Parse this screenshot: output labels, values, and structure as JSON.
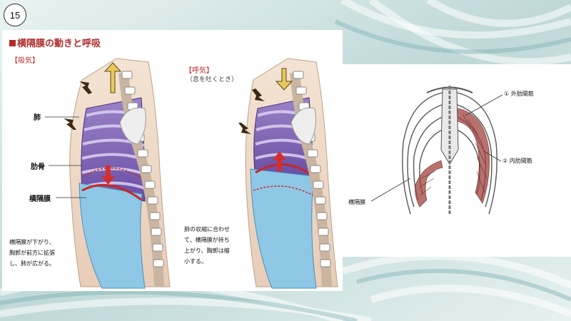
{
  "slide": {
    "number": "15"
  },
  "diagram": {
    "title": "横隔膜の動きと呼吸",
    "inhale": {
      "tag": "【吸気】",
      "labels": {
        "lung": "肺",
        "rib": "肋骨",
        "diaphragm": "横隔膜"
      },
      "description": "横隔膜が下がり、\n胸郭が前方に拡張\nし、肺が広がる。"
    },
    "exhale": {
      "tag": "【呼気】",
      "subtitle": "（息を吐くとき）",
      "description": "肺の収縮に合わせ\nて、横隔膜が持ち\n上がり、胸郭は縮\n小する。"
    }
  },
  "ribcage": {
    "labels": {
      "external": "① 外肋間筋",
      "internal": "② 内肋間筋",
      "diaphragm": "横隔膜"
    }
  },
  "colors": {
    "accent": "#b22a2a",
    "lung": "#7a5fb0",
    "diaphragm": "#8fc8e6",
    "muscle": "#a0433d"
  }
}
